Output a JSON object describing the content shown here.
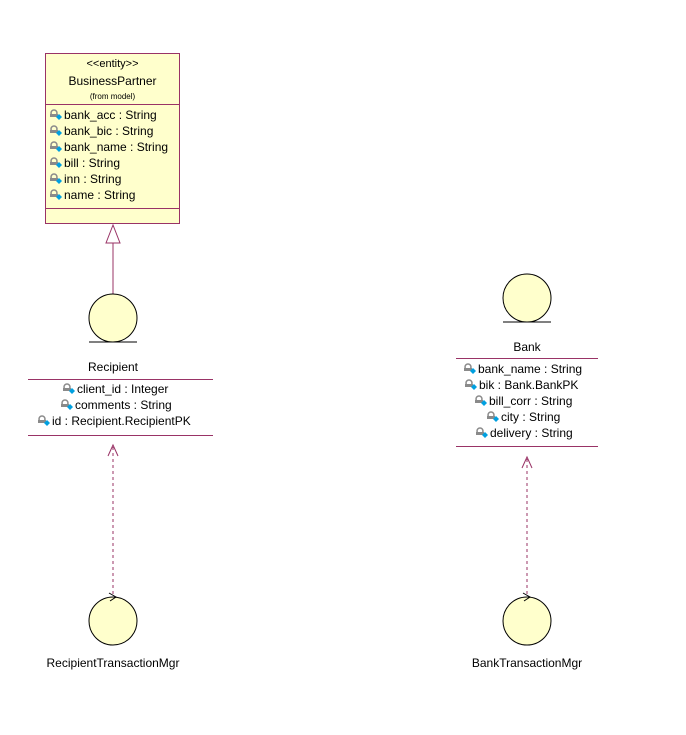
{
  "business_partner": {
    "stereotype": "<<entity>>",
    "name": "BusinessPartner",
    "from": "(from model)",
    "attributes": [
      "bank_acc : String",
      "bank_bic : String",
      "bank_name : String",
      "bill : String",
      "inn : String",
      "name : String"
    ]
  },
  "recipient": {
    "name": "Recipient",
    "attributes": [
      "client_id : Integer",
      "comments : String",
      "id : Recipient.RecipientPK"
    ]
  },
  "bank": {
    "name": "Bank",
    "attributes": [
      "bank_name : String",
      "bik : Bank.BankPK",
      "bill_corr : String",
      "city : String",
      "delivery : String"
    ]
  },
  "recipient_mgr": {
    "name": "RecipientTransactionMgr"
  },
  "bank_mgr": {
    "name": "BankTransactionMgr"
  },
  "colors": {
    "class_fill": "#ffffcc",
    "outline": "#993366",
    "icon_key": "#8a8a8a",
    "icon_diamond": "#00a0e0"
  }
}
